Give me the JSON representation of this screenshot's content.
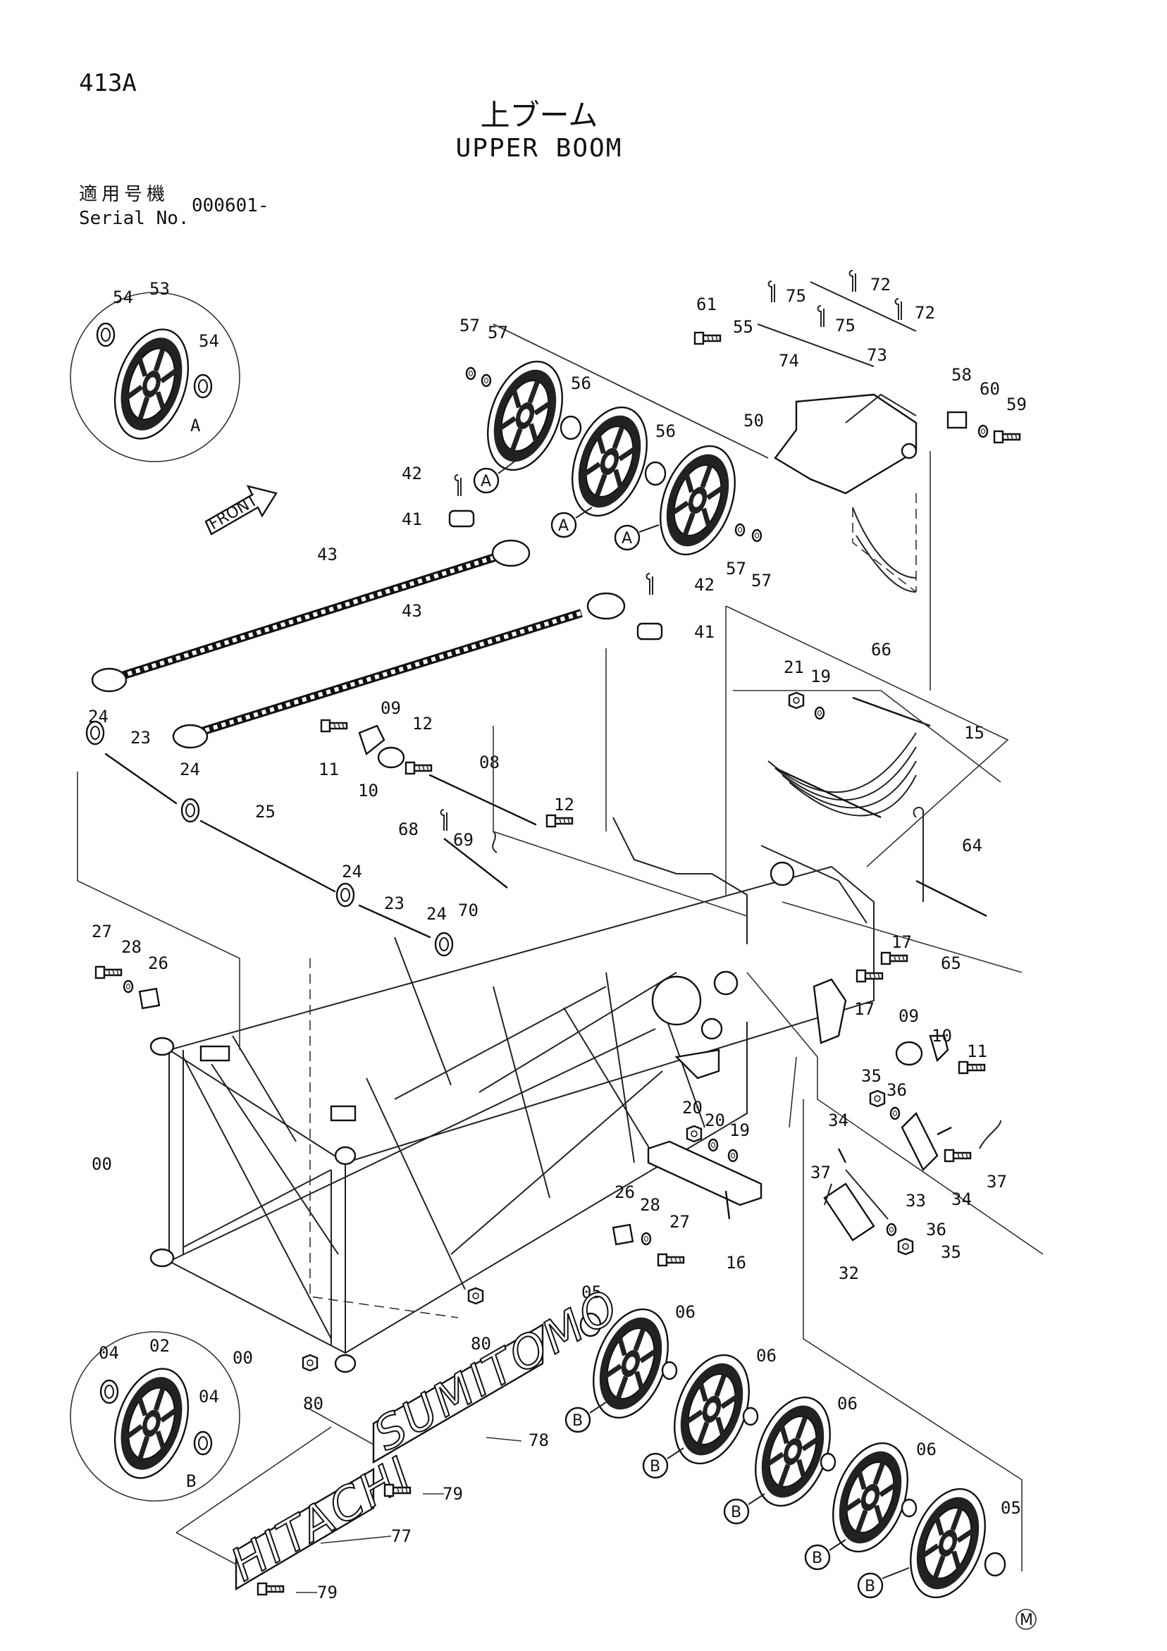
{
  "header": {
    "page_number": "413A",
    "title_jp": "上ブーム",
    "title_en": "UPPER BOOM",
    "serial_label_jp": "適用号機",
    "serial_label_en": "Serial No.",
    "serial_value": "000601-"
  },
  "front_label": "FRONT",
  "sign_hitachi": "HITACHI",
  "sign_sumitomo": "SUMITOMO",
  "inset_letters": {
    "a": "A",
    "b": "B"
  },
  "footer_mark": "M",
  "part_labels": {
    "p54a": "54",
    "p53": "53",
    "p54b": "54",
    "p57a": "57",
    "p57b": "57",
    "p56a": "56",
    "p56b": "56",
    "p61": "61",
    "p55": "55",
    "p75a": "75",
    "p75b": "75",
    "p72a": "72",
    "p72b": "72",
    "p74": "74",
    "p73": "73",
    "p58": "58",
    "p60": "60",
    "p59": "59",
    "p50": "50",
    "p42a": "42",
    "p41a": "41",
    "p57c": "57",
    "p57d": "57",
    "p43a": "43",
    "p43b": "43",
    "p42b": "42",
    "p41b": "41",
    "p66": "66",
    "p21": "21",
    "p19a": "19",
    "p15": "15",
    "p24a": "24",
    "p23a": "23",
    "p24b": "24",
    "p11a": "11",
    "p10a": "10",
    "p09a": "09",
    "p12a": "12",
    "p08": "08",
    "p25": "25",
    "p12b": "12",
    "p68": "68",
    "p69": "69",
    "p70": "70",
    "p64": "64",
    "p65": "65",
    "p24c": "24",
    "p23b": "23",
    "p24d": "24",
    "p27a": "27",
    "p28a": "28",
    "p26a": "26",
    "p17a": "17",
    "p17b": "17",
    "p09b": "09",
    "p10b": "10",
    "p11b": "11",
    "p35a": "35",
    "p36a": "36",
    "p34a": "34",
    "p37a": "37",
    "p37b": "37",
    "p34b": "34",
    "p33": "33",
    "p36b": "36",
    "p35b": "35",
    "p32": "32",
    "p20a": "20",
    "p20b": "20",
    "p19b": "19",
    "p16": "16",
    "p26b": "26",
    "p28b": "28",
    "p27b": "27",
    "p00a": "00",
    "p00b": "00",
    "p05a": "05",
    "p06a": "06",
    "p06b": "06",
    "p06c": "06",
    "p06d": "06",
    "p05b": "05",
    "p80a": "80",
    "p80b": "80",
    "p04a": "04",
    "p02": "02",
    "p04b": "04",
    "p78": "78",
    "p79a": "79",
    "p77": "77",
    "p79b": "79"
  }
}
